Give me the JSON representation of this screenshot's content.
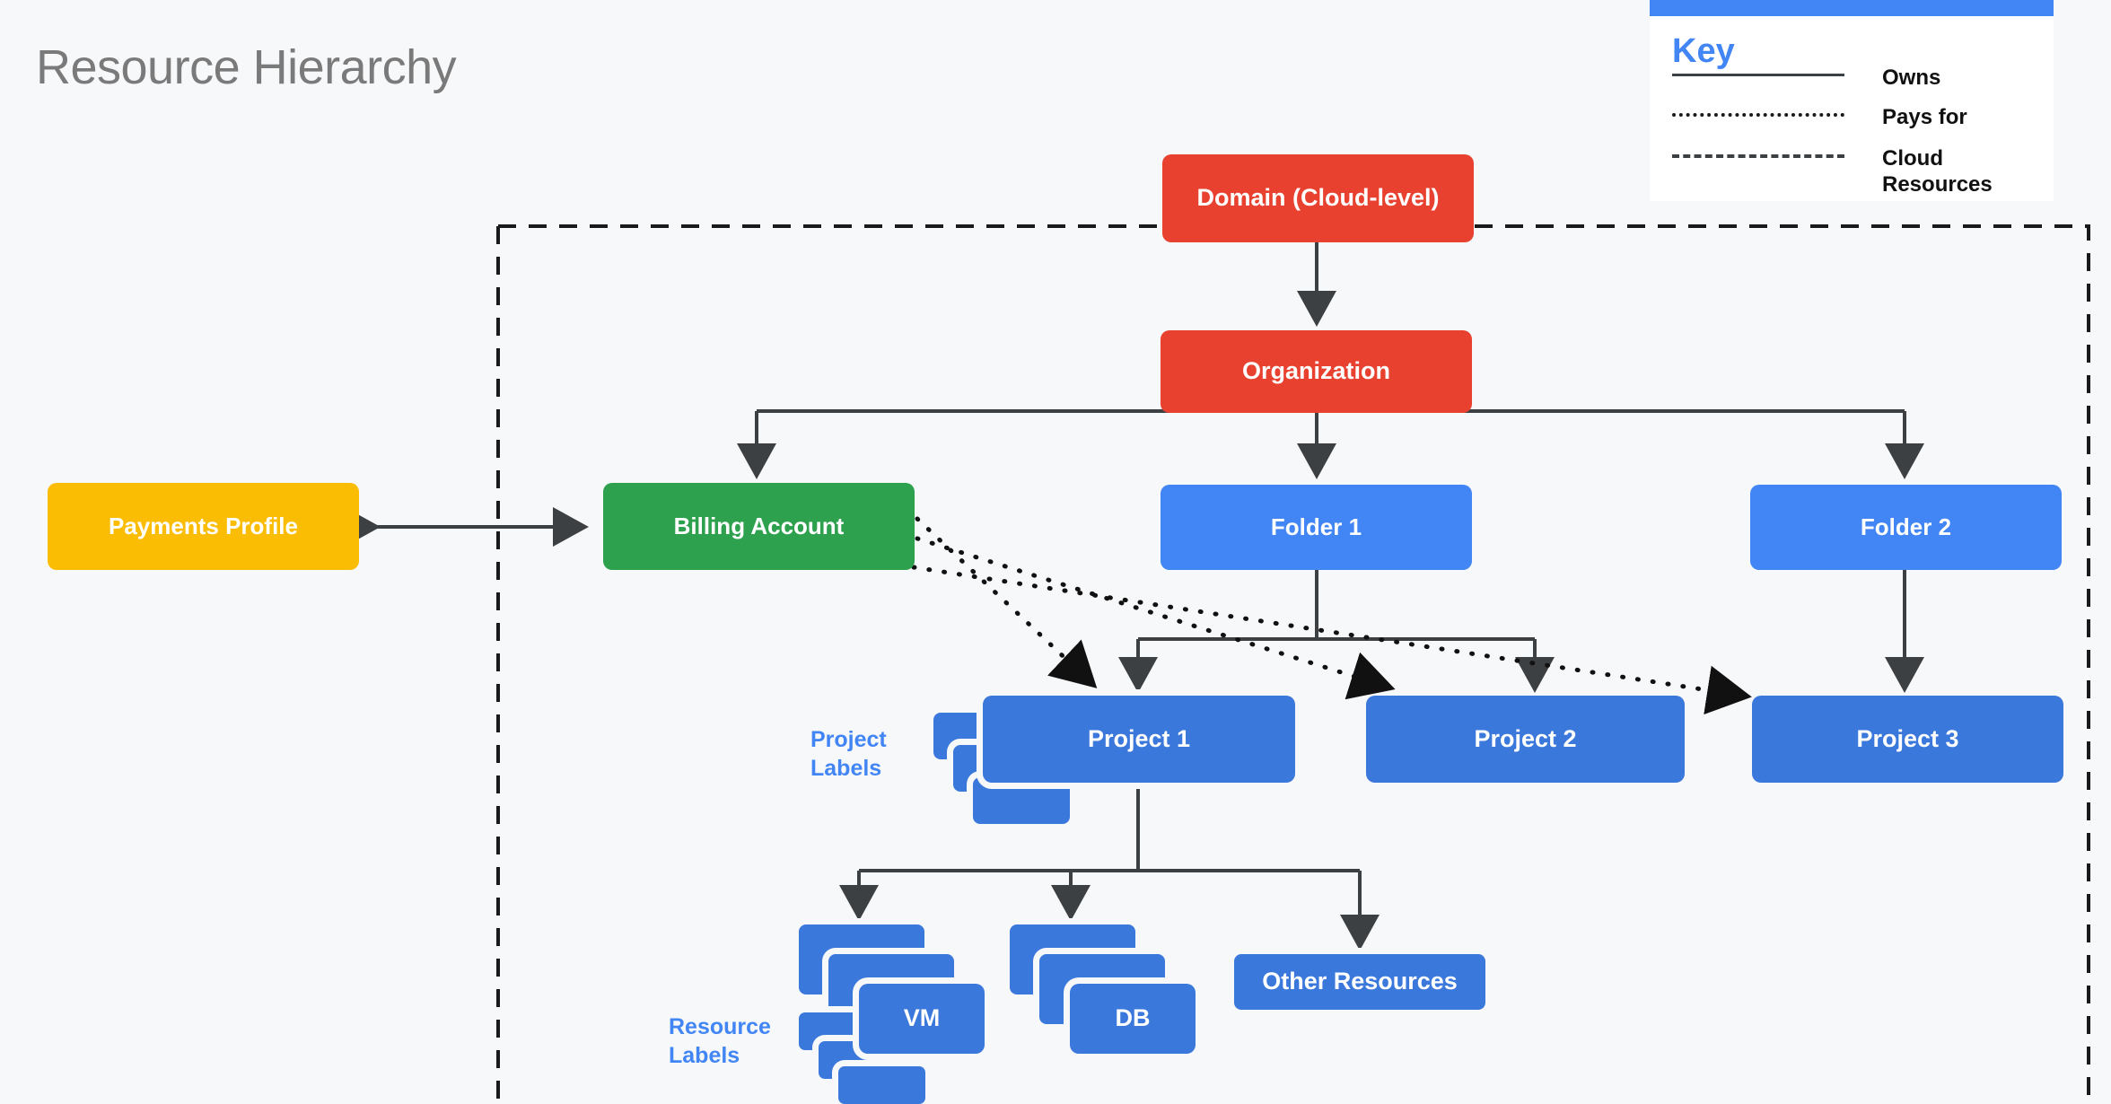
{
  "page": {
    "title": "Resource Hierarchy",
    "background": "#F7F8FA",
    "title_color": "#7A7A7A"
  },
  "colors": {
    "red": "#E8412F",
    "green": "#2EA14E",
    "blue": "#4285F4",
    "navy": "#3B78DC",
    "yellow": "#FBBC04",
    "line": "#3C4043",
    "accent": "#4285F4"
  },
  "key": {
    "title": "Key",
    "items": [
      {
        "style": "solid",
        "label": "Owns"
      },
      {
        "style": "dotted",
        "label": "Pays for"
      },
      {
        "style": "dashed",
        "label": "Cloud\nResources"
      }
    ]
  },
  "nodes": {
    "domain": "Domain (Cloud-level)",
    "organization": "Organization",
    "payments_profile": "Payments Profile",
    "billing_account": "Billing Account",
    "folder1": "Folder 1",
    "folder2": "Folder 2",
    "project1": "Project 1",
    "project2": "Project 2",
    "project3": "Project 3",
    "vm": "VM",
    "db": "DB",
    "other_resources": "Other Resources"
  },
  "captions": {
    "project_labels": "Project\nLabels",
    "resource_labels": "Resource\nLabels"
  },
  "edges": [
    {
      "from": "domain",
      "to": "organization",
      "type": "owns",
      "bidirectional": true
    },
    {
      "from": "payments_profile",
      "to": "billing_account",
      "type": "owns",
      "bidirectional": true
    },
    {
      "from": "organization",
      "to": "billing_account",
      "type": "owns"
    },
    {
      "from": "organization",
      "to": "folder1",
      "type": "owns"
    },
    {
      "from": "organization",
      "to": "folder2",
      "type": "owns"
    },
    {
      "from": "folder1",
      "to": "project1",
      "type": "owns"
    },
    {
      "from": "folder1",
      "to": "project2",
      "type": "owns"
    },
    {
      "from": "folder2",
      "to": "project3",
      "type": "owns"
    },
    {
      "from": "project1",
      "to": "vm",
      "type": "owns"
    },
    {
      "from": "project1",
      "to": "db",
      "type": "owns"
    },
    {
      "from": "project1",
      "to": "other_resources",
      "type": "owns"
    },
    {
      "from": "billing_account",
      "to": "project1",
      "type": "pays_for"
    },
    {
      "from": "billing_account",
      "to": "project2",
      "type": "pays_for"
    },
    {
      "from": "billing_account",
      "to": "project3",
      "type": "pays_for"
    }
  ]
}
